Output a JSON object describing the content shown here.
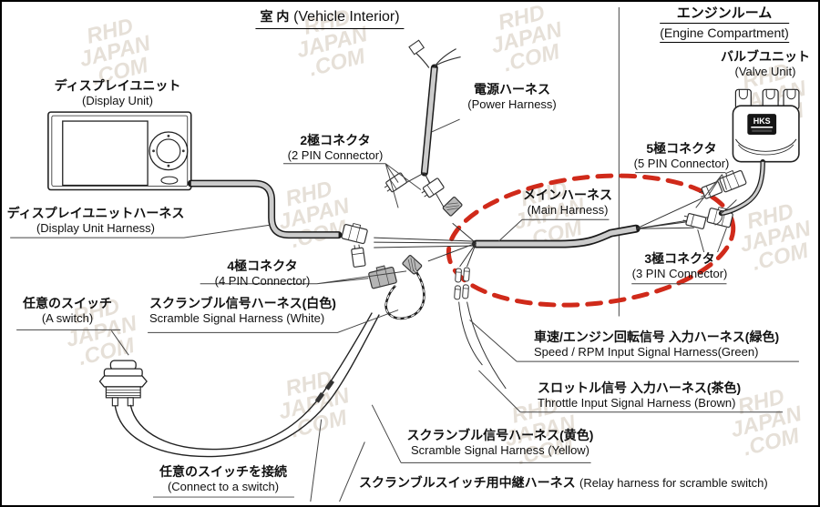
{
  "wm": {
    "l1": "RHD",
    "l2": "JAPAN",
    "l3": ".COM"
  },
  "headers": {
    "interior_jp": "室 内",
    "interior_en": "(Vehicle Interior)",
    "engine_jp": "エンジンルーム",
    "engine_en": "(Engine Compartment)"
  },
  "labels": {
    "display_unit": {
      "jp": "ディスプレイユニット",
      "en": "(Display Unit)"
    },
    "display_harness": {
      "jp": "ディスプレイユニットハーネス",
      "en": "(Display Unit Harness)"
    },
    "pin2": {
      "jp": "2極コネクタ",
      "en": "(2 PIN Connector)"
    },
    "power": {
      "jp": "電源ハーネス",
      "en": "(Power Harness)"
    },
    "main": {
      "jp": "メインハーネス",
      "en": "(Main Harness)"
    },
    "valve": {
      "jp": "バルブユニット",
      "en": "(Valve Unit)"
    },
    "pin5": {
      "jp": "5極コネクタ",
      "en": "(5 PIN Connector)"
    },
    "pin3": {
      "jp": "3極コネクタ",
      "en": "(3 PIN Connector)"
    },
    "pin4": {
      "jp": "4極コネクタ",
      "en": "(4 PIN Connector)"
    },
    "white": {
      "jp": "スクランブル信号ハーネス(白色)",
      "en": "Scramble Signal Harness (White)"
    },
    "a_switch": {
      "jp": "任意のスイッチ",
      "en": "(A switch)"
    },
    "speed": {
      "jp": "車速/エンジン回転信号 入力ハーネス(緑色)",
      "en": "Speed / RPM Input Signal Harness(Green)"
    },
    "throttle": {
      "jp": "スロットル信号 入力ハーネス(茶色)",
      "en": "Throttle Input Signal Harness (Brown)"
    },
    "yellow": {
      "jp": "スクランブル信号ハーネス(黄色)",
      "en": "Scramble Signal Harness (Yellow)"
    },
    "relay": {
      "jp": "スクランブルスイッチ用中継ハーネス",
      "en": "(Relay harness for scramble switch)"
    },
    "connect": {
      "jp": "任意のスイッチを接続",
      "en": "(Connect to a switch)"
    }
  },
  "valve_unit": {
    "logo": "HKS"
  },
  "colors": {
    "highlight": "#d02a1a",
    "harness": "#cccccc"
  }
}
